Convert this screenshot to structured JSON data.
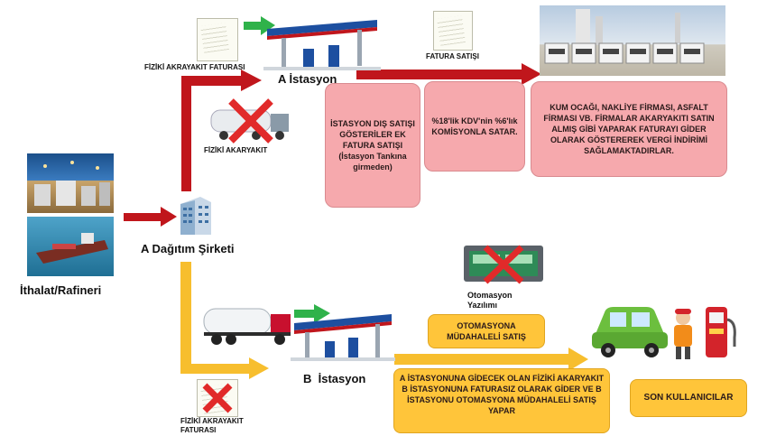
{
  "labels": {
    "ithalat": "İthalat/Rafineri",
    "dagitim": "A Dağıtım Şirketi",
    "a_istasyon": "A İstasyon",
    "b_istasyon": "B  İstasyon",
    "fiziki_fatura_a": "FİZİKİ AKRAYAKIT FATURASI",
    "fiziki_akaryakit": "FİZİKİ AKARYAKIT",
    "fatura_satisi": "FATURA SATIŞI",
    "otomasyon_yazilimi": "Otomasyon Yazılımı",
    "fiziki_fatura_b": "FİZİKİ AKRAYAKIT FATURASI"
  },
  "boxes": {
    "istasyon_dis": "İSTASYON DIŞ SATIŞI GÖSTERİLER EK FATURA SATIŞI (İstasyon Tankına girmeden)",
    "kdv": "%18'lik KDV'nin %6'lık KOMİSYONLA SATAR.",
    "kum_ocagi": "KUM OCAĞI, NAKLİYE FİRMASI, ASFALT FİRMASI VB. FİRMALAR AKARYAKITI SATIN ALMIŞ GİBİ YAPARAK FATURAYI GİDER OLARAK GÖSTEREREK VERGİ İNDİRİMİ SAĞLAMAKTADIRLAR.",
    "otomasyona": "OTOMASYONA MÜDAHALELİ SATIŞ",
    "b_istasyonuna": "A İSTASYONUNA GİDECEK OLAN FİZİKİ AKARYAKIT B İSTASYONUNA FATURASIZ OLARAK GİDER VE B İSTASYONU OTOMASYONA MÜDAHALELİ SATIŞ YAPAR",
    "son_kullanicilar": "SON KULLANICILAR"
  },
  "colors": {
    "red_arrow": "#c0161c",
    "green_arrow": "#2fb24a",
    "yellow_arrow": "#f7be2e",
    "pink_box": "#f6a9ad",
    "yellow_box": "#ffc53a"
  }
}
